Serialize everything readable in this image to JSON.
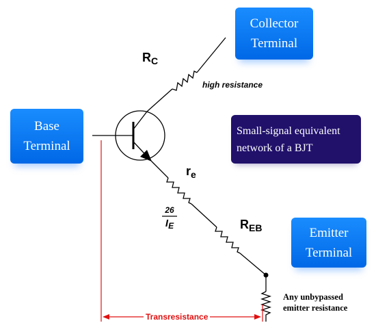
{
  "boxes": {
    "collector": {
      "line1": "Collector",
      "line2": "Terminal"
    },
    "base": {
      "line1": "Base",
      "line2": "Terminal"
    },
    "emitter": {
      "line1": "Emitter",
      "line2": "Terminal"
    },
    "title": {
      "line1": "Small-signal equivalent",
      "line2": "network of a BJT"
    }
  },
  "labels": {
    "rc_main": "R",
    "rc_sub": "C",
    "high_resistance": "high resistance",
    "re_main": "r",
    "re_sub": "e",
    "frac_num": "26",
    "frac_den_main": "I",
    "frac_den_sub": "E",
    "reb_main": "R",
    "reb_sub": "EB",
    "unbypassed_line1": "Any unbypassed",
    "unbypassed_line2": "emitter resistance",
    "transresistance": "Transresistance"
  },
  "colors": {
    "box_blue": "#0a7aff",
    "box_navy": "#21116b",
    "wire": "#000000",
    "dimension": "#e01010"
  }
}
